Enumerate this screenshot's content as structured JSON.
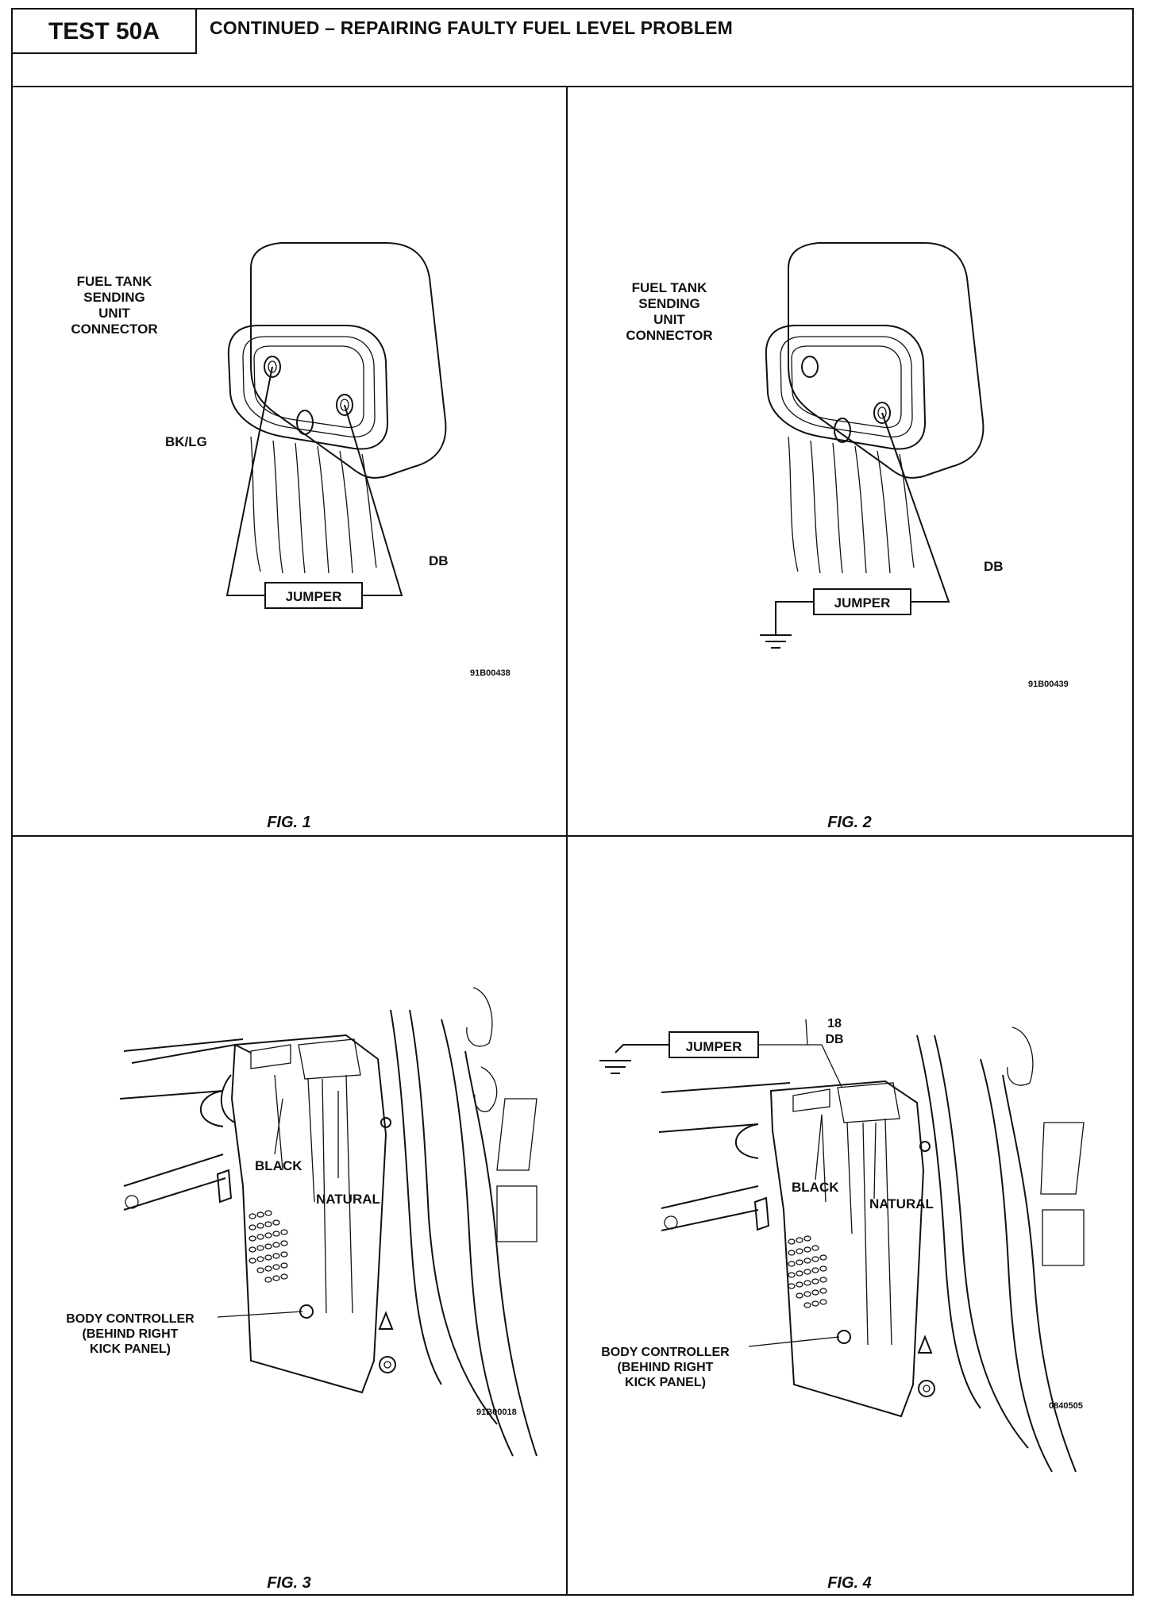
{
  "header": {
    "test_id": "TEST 50A",
    "title": "CONTINUED – REPAIRING FAULTY FUEL LEVEL PROBLEM"
  },
  "figures": [
    {
      "caption": "FIG. 1",
      "code": "91B00438",
      "labels": {
        "connector_line1": "FUEL TANK",
        "connector_line2": "SENDING",
        "connector_line3": "UNIT",
        "connector_line4": "CONNECTOR",
        "wire_left": "BK/LG",
        "wire_right": "DB",
        "jumper": "JUMPER"
      }
    },
    {
      "caption": "FIG. 2",
      "code": "91B00439",
      "labels": {
        "connector_line1": "FUEL TANK",
        "connector_line2": "SENDING",
        "connector_line3": "UNIT",
        "connector_line4": "CONNECTOR",
        "wire_right": "DB",
        "jumper": "JUMPER"
      }
    },
    {
      "caption": "FIG. 3",
      "code": "91B00018",
      "labels": {
        "black": "BLACK",
        "natural": "NATURAL",
        "controller_line1": "BODY CONTROLLER",
        "controller_line2": "(BEHIND RIGHT",
        "controller_line3": "KICK PANEL)"
      }
    },
    {
      "caption": "FIG. 4",
      "code": "0840505",
      "labels": {
        "jumper": "JUMPER",
        "wire_gauge": "18",
        "wire_color": "DB",
        "black": "BLACK",
        "natural": "NATURAL",
        "controller_line1": "BODY CONTROLLER",
        "controller_line2": "(BEHIND RIGHT",
        "controller_line3": "KICK PANEL)"
      }
    }
  ]
}
